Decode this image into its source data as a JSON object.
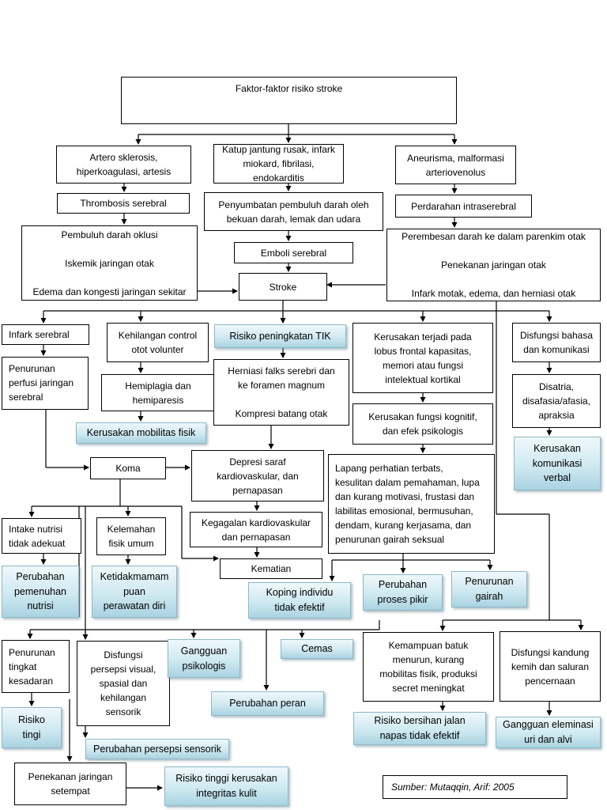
{
  "nodes": {
    "faktor_risiko": "Faktor-faktor risiko stroke",
    "artero": "Artero sklerosis,\nhiperkoagulasi, artesis",
    "katup": "Katup jantung rusak, infark\nmiokard, fibrilasi, endokarditis",
    "aneurisma": "Aneurisma, malformasi\narteriovenolus",
    "thrombosis": "Thrombosis serebral",
    "penyumbatan": "Penyumbatan pembuluh darah oleh\nbekuan darah, lemak dan udara",
    "perdarahan": "Perdarahan intraserebral",
    "pembuluh_oklusi": "Pembuluh darah oklusi\n\nIskemik jaringan otak\n\nEdema dan kongesti jaringan sekitar",
    "emboli": "Emboli serebral",
    "perembesan": "Perembesan darah ke dalam parenkim otak\n\nPenekanan jaringan otak\n\nInfark motak, edema, dan herniasi otak",
    "stroke": "Stroke",
    "infark_serebral": "Infark serebral",
    "kehilangan_control": "Kehilangan control\notot volunter",
    "risiko_tik": "Risiko peningkatan TIK",
    "kerusakan_lobus": "Kerusakan terjadi pada\nlobus frontal kapasitas,\nmemori atau fungsi\nintelektual kortikal",
    "disfungsi_bahasa": "Disfungsi bahasa\ndan komunikasi",
    "penurunan_perfusi": "Penurunan\nperfusi jaringan\nserebral",
    "hemiplagia": "Hemiplagia dan\nhemiparesis",
    "herniasi": "Herniasi falks serebri dan\nke foramen magnum\n\nKompresi batang otak",
    "kerusakan_kognitif": "Kerusakan fungsi kognitif,\ndan efek psikologis",
    "disatria": "Disatria,\ndisafasia/afasia,\napraksia",
    "dx_mobilitas": "Kerusakan mobilitas fisik",
    "dx_komunikasi": "Kerusakan\nkomunikasi\nverbal",
    "koma": "Koma",
    "depresi_saraf": "Depresi saraf\nkardiovaskular, dan\npernapasan",
    "lapang_perhatian": "Lapang perhatian terbats,\nkesulitan dalam pemahaman, lupa\ndan kurang motivasi, frustasi dan\nlabilitas emosional, bermusuhan,\ndendam, kurang kerjasama, dan\npenurunan gairah seksual",
    "kegagalan": "Kegagalan kardiovaskular\ndan pernapasan",
    "intake_nutrisi": "Intake nutrisi\ntidak adekuat",
    "kelemahan_fisik": "Kelemahan\nfisik umum",
    "dx_nutrisi": "Perubahan\npemenuhan\nnutrisi",
    "dx_perawatan_diri": "Ketidakmamam\npuan\nperawatan diri",
    "kematian": "Kematian",
    "dx_koping": "Koping individu\ntidak efektif",
    "dx_proses_pikir": "Perubahan\nproses pikir",
    "dx_gairah": "Penurunan\ngairah",
    "penurunan_kesadaran": "Penurunan\ntingkat\nkesadaran",
    "disfungsi_persepsi": "Disfungsi\npersepsi visual,\nspasial dan\nkehilangan\nsensorik",
    "dx_psikologis": "Gangguan\npsikologis",
    "dx_cemas": "Cemas",
    "kemampuan_batuk": "Kemampuan batuk\nmenurun, kurang\nmobilitas fisik, produksi\nsecret meningkat",
    "disfungsi_kandung": "Disfungsi kandung\nkemih dan saluran\npencernaan",
    "dx_peran": "Perubahan peran",
    "dx_risiko_tinggi": "Risiko\ntingi",
    "dx_bersihan_jalan": "Risiko bersihan jalan\nnapas tidak efektif",
    "dx_eleminasi": "Gangguan eleminasi\nuri dan alvi",
    "dx_persepsi_sensorik": "Perubahan persepsi sensorik",
    "penekanan_jaringan": "Penekanan jaringan\nsetempat",
    "dx_integritas_kulit": "Risiko tinggi kerusakan\nintegritas kulit"
  },
  "source": "Sumber: Mutaqqin, Arif: 2005",
  "colors": {
    "line": "#000000",
    "diagnosis_fill": "#c4e3ee",
    "diagnosis_border": "#8fb9c8"
  }
}
